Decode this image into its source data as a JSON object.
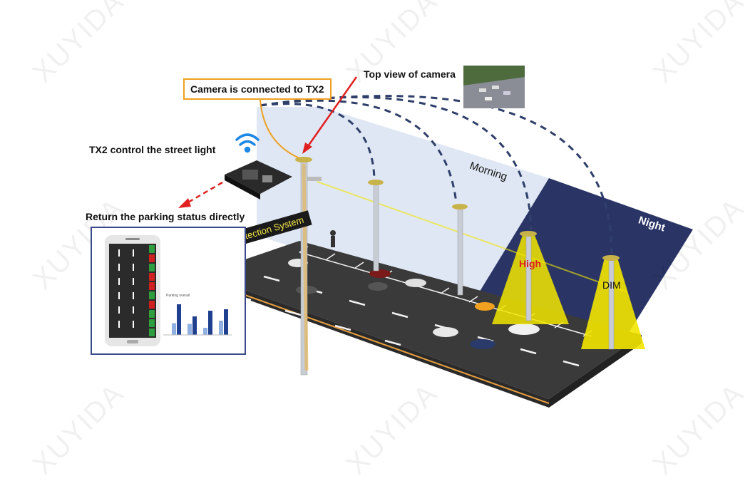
{
  "watermark": "XUYIDA",
  "labels": {
    "camera_connected": "Camera is connected to TX2",
    "top_view": "Top view of camera",
    "tx2_control": "TX2 control the street light",
    "return_status": "Return the parking status directly",
    "parking_system": "Parking Detection System",
    "morning": "Morning",
    "night": "Night",
    "high": "High",
    "dim": "DIM"
  },
  "colors": {
    "accent_orange": "#f0a020",
    "arrow_red": "#e02020",
    "night_panel": "#2a3566",
    "morning_panel": "#dde6f3",
    "light_beam": "#f3e600",
    "road": "#3a3a3a"
  },
  "phone_chart": {
    "title": "Parking overall",
    "bars_dark": [
      0.86,
      0.52,
      0.68,
      0.72
    ],
    "bars_light": [
      0.33,
      0.31,
      0.2,
      0.4
    ]
  },
  "slot_status": [
    "free",
    "occupied",
    "free",
    "occupied",
    "occupied",
    "free",
    "occupied",
    "free",
    "free",
    "free"
  ]
}
